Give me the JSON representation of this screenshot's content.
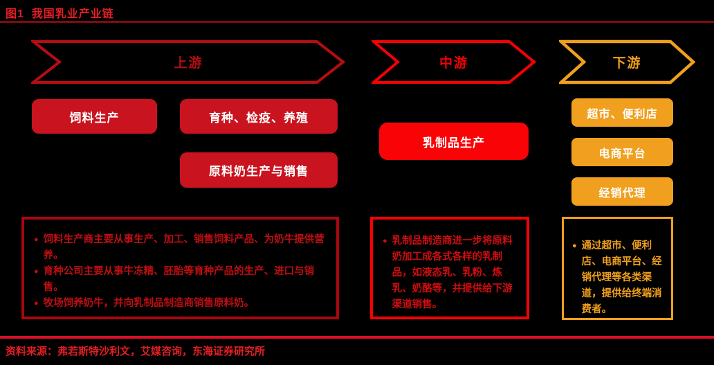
{
  "title": "图1  我国乳业产业链",
  "bullet_glyph": "●",
  "source": "资料来源：弗若斯特沙利文，艾媒咨询，东海证券研究所",
  "colors": {
    "background": "#000000",
    "title_red": "#E31E24",
    "title_rule": "#7E0D10",
    "upstream_red": "#B50D12",
    "upstream_box_fill": "#C9141F",
    "midstream_red": "#F50003",
    "midstream_box_fill": "#FA0307",
    "downstream_orange": "#F0A01E",
    "notes_left_text": "#BE0E13",
    "bottom_rule": "#D70F26",
    "box_text": "#FFFFFF"
  },
  "stages": [
    {
      "id": "upstream",
      "label": "上游",
      "boxes": [
        "饲料生产",
        "育种、检疫、养殖",
        "原料奶生产与销售"
      ],
      "notes": [
        "饲料生产商主要从事生产、加工、销售饲料产品、为奶牛提供营养。",
        "育种公司主要从事牛冻精、胚胎等育种产品的生产、进口与销售。",
        "牧场饲养奶牛，并向乳制品制造商销售原料奶。"
      ]
    },
    {
      "id": "midstream",
      "label": "中游",
      "boxes": [
        "乳制品生产"
      ],
      "notes": [
        "乳制品制造商进一步将原料奶加工成各式各样的乳制品，如液态乳、乳粉、炼乳、奶酪等，并提供给下游渠道销售。"
      ]
    },
    {
      "id": "downstream",
      "label": "下游",
      "boxes": [
        "超市、便利店",
        "电商平台",
        "经销代理"
      ],
      "notes": [
        "通过超市、便利店、电商平台、经销代理等各类渠道，提供给终端消费者。"
      ]
    }
  ]
}
